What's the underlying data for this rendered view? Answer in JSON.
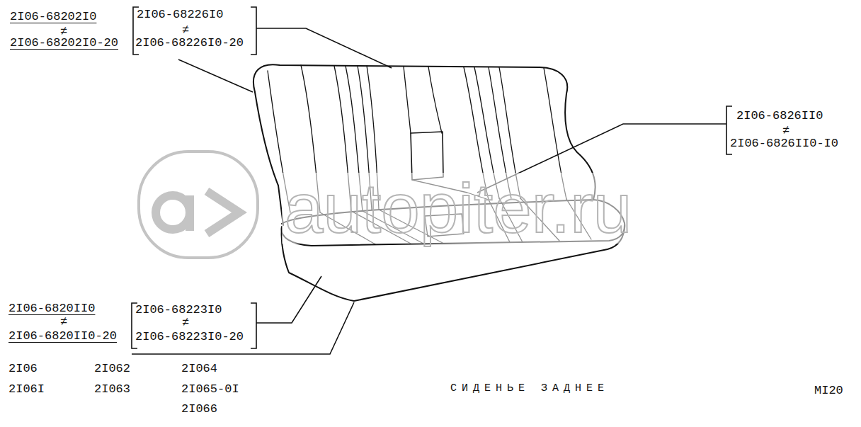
{
  "diagram": {
    "title": "СИДЕНЬЕ ЗАДНЕЕ",
    "labels": [
      "2I06-68202I0",
      "≠",
      "2I06-68202I0-20",
      "2I06-68226I0",
      "≠",
      "2I06-68226I0-20",
      "2I06-6826II0",
      "≠",
      "2I06-6826II0-I0",
      "2I06-6820II0",
      "≠",
      "2I06-6820II0-20",
      "2I06-68223I0",
      "≠",
      "2I06-68223I0-20",
      "2I06",
      "2I06I",
      "2I062",
      "2I063",
      "2I064",
      "2I065-0I",
      "2I066",
      "MI20",
      "autopiter.ru"
    ]
  }
}
